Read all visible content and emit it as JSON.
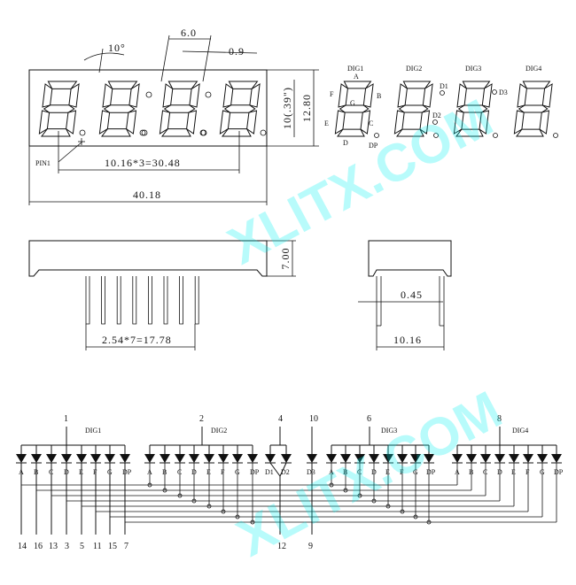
{
  "front_view": {
    "dim_angle": "10°",
    "dim_digit_width": "6.0",
    "dim_segment_width": "0.9",
    "dim_char_height": "10(.39\")",
    "dim_height": "12.80",
    "pin_label": "PIN1",
    "dim_pitch": "10.16*3=30.48",
    "dim_width": "40.18"
  },
  "segment_labels": {
    "digits": [
      "DIG1",
      "DIG2",
      "DIG3",
      "DIG4"
    ],
    "A": "A",
    "B": "B",
    "C": "C",
    "D": "D",
    "E": "E",
    "F": "F",
    "G": "G",
    "DP": "DP",
    "D1": "D1",
    "D2": "D2",
    "D3": "D3"
  },
  "side_view": {
    "dim_depth": "7.00",
    "dim_pin_pitch": "2.54*7=17.78",
    "dim_pin_width": "0.45",
    "dim_row_spacing": "10.16"
  },
  "circuit": {
    "group_labels": [
      "DIG1",
      "DIG2",
      "DIG3",
      "DIG4"
    ],
    "top_pins": [
      "1",
      "2",
      "4",
      "10",
      "6",
      "8"
    ],
    "dig1_segments": [
      "A",
      "B",
      "C",
      "D",
      "E",
      "F",
      "G",
      "DP"
    ],
    "dig2_segments": [
      "A",
      "B",
      "C",
      "D",
      "E",
      "F",
      "G",
      "DP"
    ],
    "colon_segments": [
      "D1",
      "D2",
      "D3"
    ],
    "dig3_segments": [
      "A",
      "B",
      "C",
      "D",
      "E",
      "F",
      "G",
      "DP"
    ],
    "dig4_segments": [
      "A",
      "B",
      "C",
      "D",
      "E",
      "F",
      "G",
      "DP"
    ],
    "bottom_pins": [
      "14",
      "16",
      "13",
      "3",
      "5",
      "11",
      "15",
      "7"
    ],
    "bottom_pin_12": "12",
    "bottom_pin_9": "9"
  },
  "watermark": "XLITX.COM"
}
